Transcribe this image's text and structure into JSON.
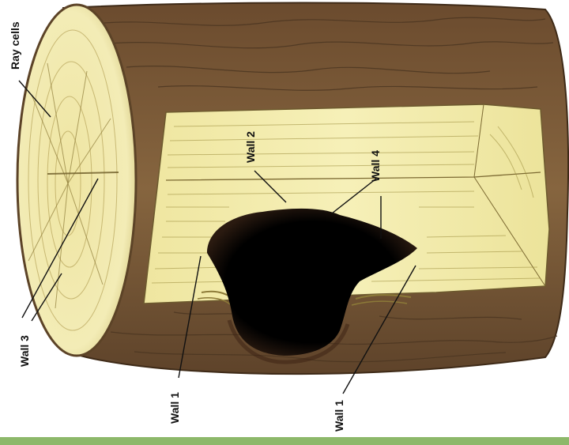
{
  "labels": {
    "ray_cells": "Ray cells",
    "wall_2": "Wall 2",
    "wall_4": "Wall 4",
    "wall_3": "Wall 3",
    "wall_1_left": "Wall 1",
    "wall_1_right": "Wall 1"
  },
  "colors": {
    "bark": "#7b5a3a",
    "bark_dark": "#5a3f26",
    "heartwood": "#f2ecae",
    "sapwood_edge": "#d9cf84",
    "decay_cavity": "#050505",
    "footer_bar": "#8db86a"
  }
}
